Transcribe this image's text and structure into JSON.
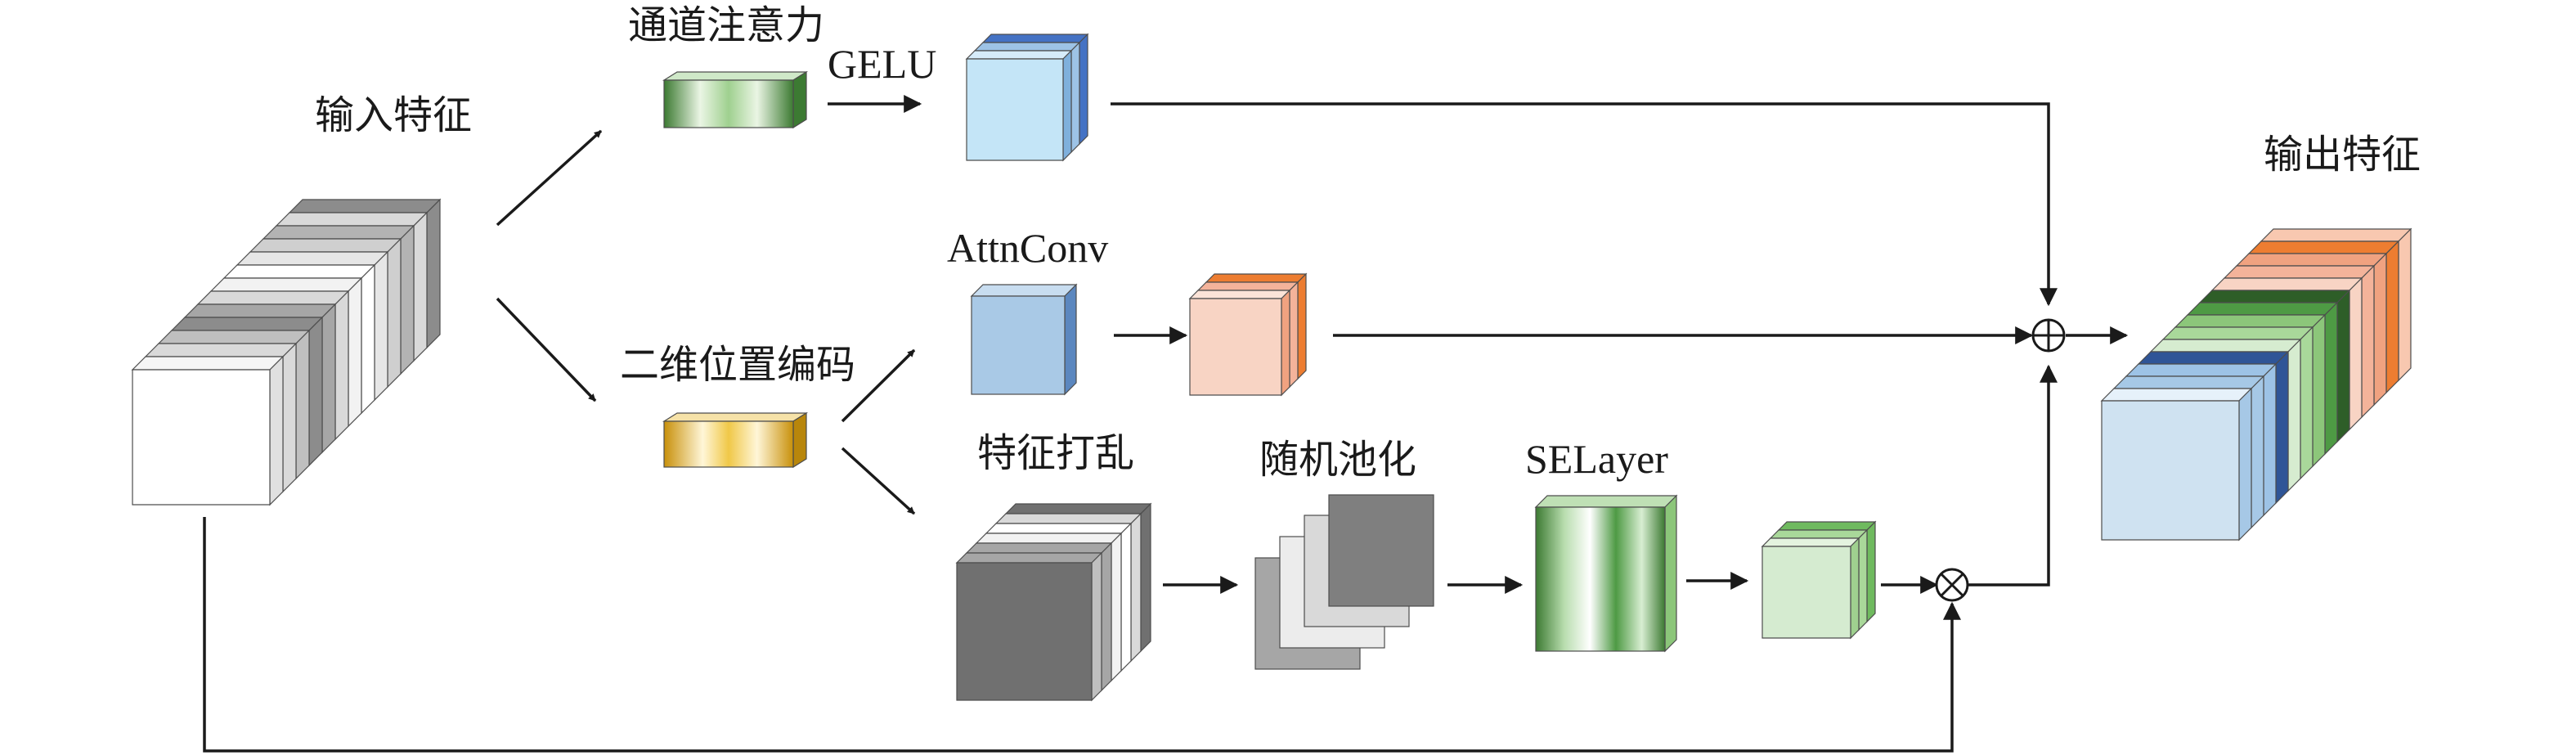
{
  "labels": {
    "input_features": "输入特征",
    "channel_attention": "通道注意力",
    "gelu": "GELU",
    "attnconv": "AttnConv",
    "pos_encoding_2d": "二维位置编码",
    "feature_shuffle": "特征打乱",
    "random_pooling": "随机池化",
    "selayer": "SELayer",
    "output_features": "输出特征"
  },
  "colors": {
    "gray_dark": "#707070",
    "gray_mid": "#a6a6a6",
    "gray_light": "#d9d9d9",
    "blue_light": "#c4e5f7",
    "blue_mid": "#a6c8e6",
    "blue_dark": "#4472c4",
    "salmon_light": "#f8d4c4",
    "salmon_dark": "#ed7d31",
    "green_light": "#d5ebd0",
    "green_mid": "#8cc67a",
    "green_dark": "#3c7a32",
    "gold": "#e0b020"
  }
}
